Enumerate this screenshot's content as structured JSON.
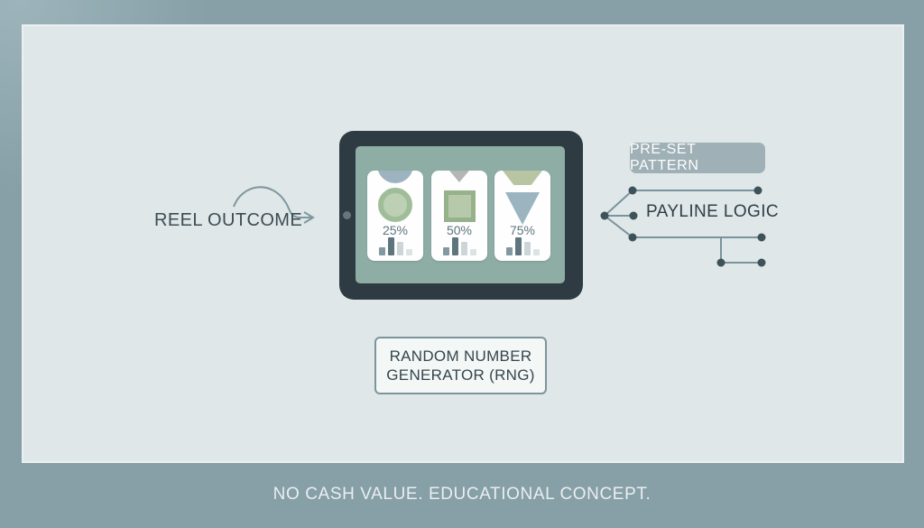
{
  "left_label": {
    "text": "REEL OUTCOME"
  },
  "badge": {
    "text": "PRE-SET PATTERN"
  },
  "payline": {
    "text": "PAYLINE LOGIC"
  },
  "rng_box": {
    "line1": "RANDOM NUMBER",
    "line2": "GENERATOR (RNG)"
  },
  "tablet": {
    "cards": [
      {
        "shape": "circle-icon",
        "percent": "25%"
      },
      {
        "shape": "square-icon",
        "percent": "50%"
      },
      {
        "shape": "triangle-down-icon",
        "percent": "75%"
      }
    ],
    "bar_heights": [
      9,
      20,
      15,
      7
    ],
    "bar_colors": [
      "#8298a2",
      "#5f757e",
      "#ccd6d8",
      "#dde3e4"
    ]
  },
  "footer": {
    "text": "NO CASH VALUE. EDUCATIONAL CONCEPT."
  },
  "colors": {
    "frame": "#879fa7",
    "panel": "#dfe7e8",
    "tablet_frame": "#2e3b42",
    "screen": "#8eada4",
    "accent_green": "#a0bd99",
    "accent_blue": "#9cb4c0",
    "connector": "#7b939c",
    "node": "#3e525a"
  }
}
